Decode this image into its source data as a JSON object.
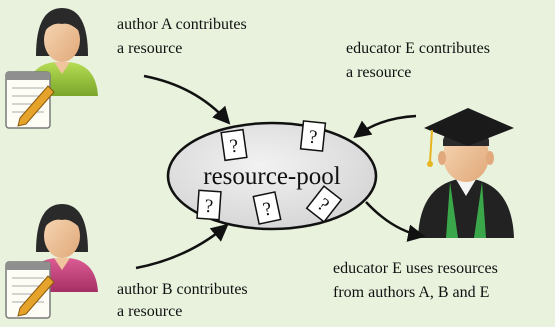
{
  "pool": {
    "label": "resource-pool"
  },
  "author_a": {
    "line1": "author A contributes",
    "line2": "a resource"
  },
  "author_b": {
    "line1": "author B contributes",
    "line2": "a resource"
  },
  "educator_contributes": {
    "line1": "educator E contributes",
    "line2": "a resource"
  },
  "educator_uses": {
    "line1": "educator E uses resources",
    "line2": "from authors A, B and E"
  },
  "card_glyph": "?",
  "colors": {
    "background": "#e8f2dd",
    "pool_fill": "#e4e4e4",
    "author_a_shirt": "#9bc53b",
    "author_b_shirt": "#c7437e",
    "educator_gown": "#222222",
    "educator_stole": "#3aa84a",
    "skin": "#f2c7a0",
    "hair": "#2a2a2a"
  },
  "icons": [
    "female-author-icon",
    "notepad-pencil-icon",
    "graduate-educator-icon",
    "question-card-icon"
  ]
}
